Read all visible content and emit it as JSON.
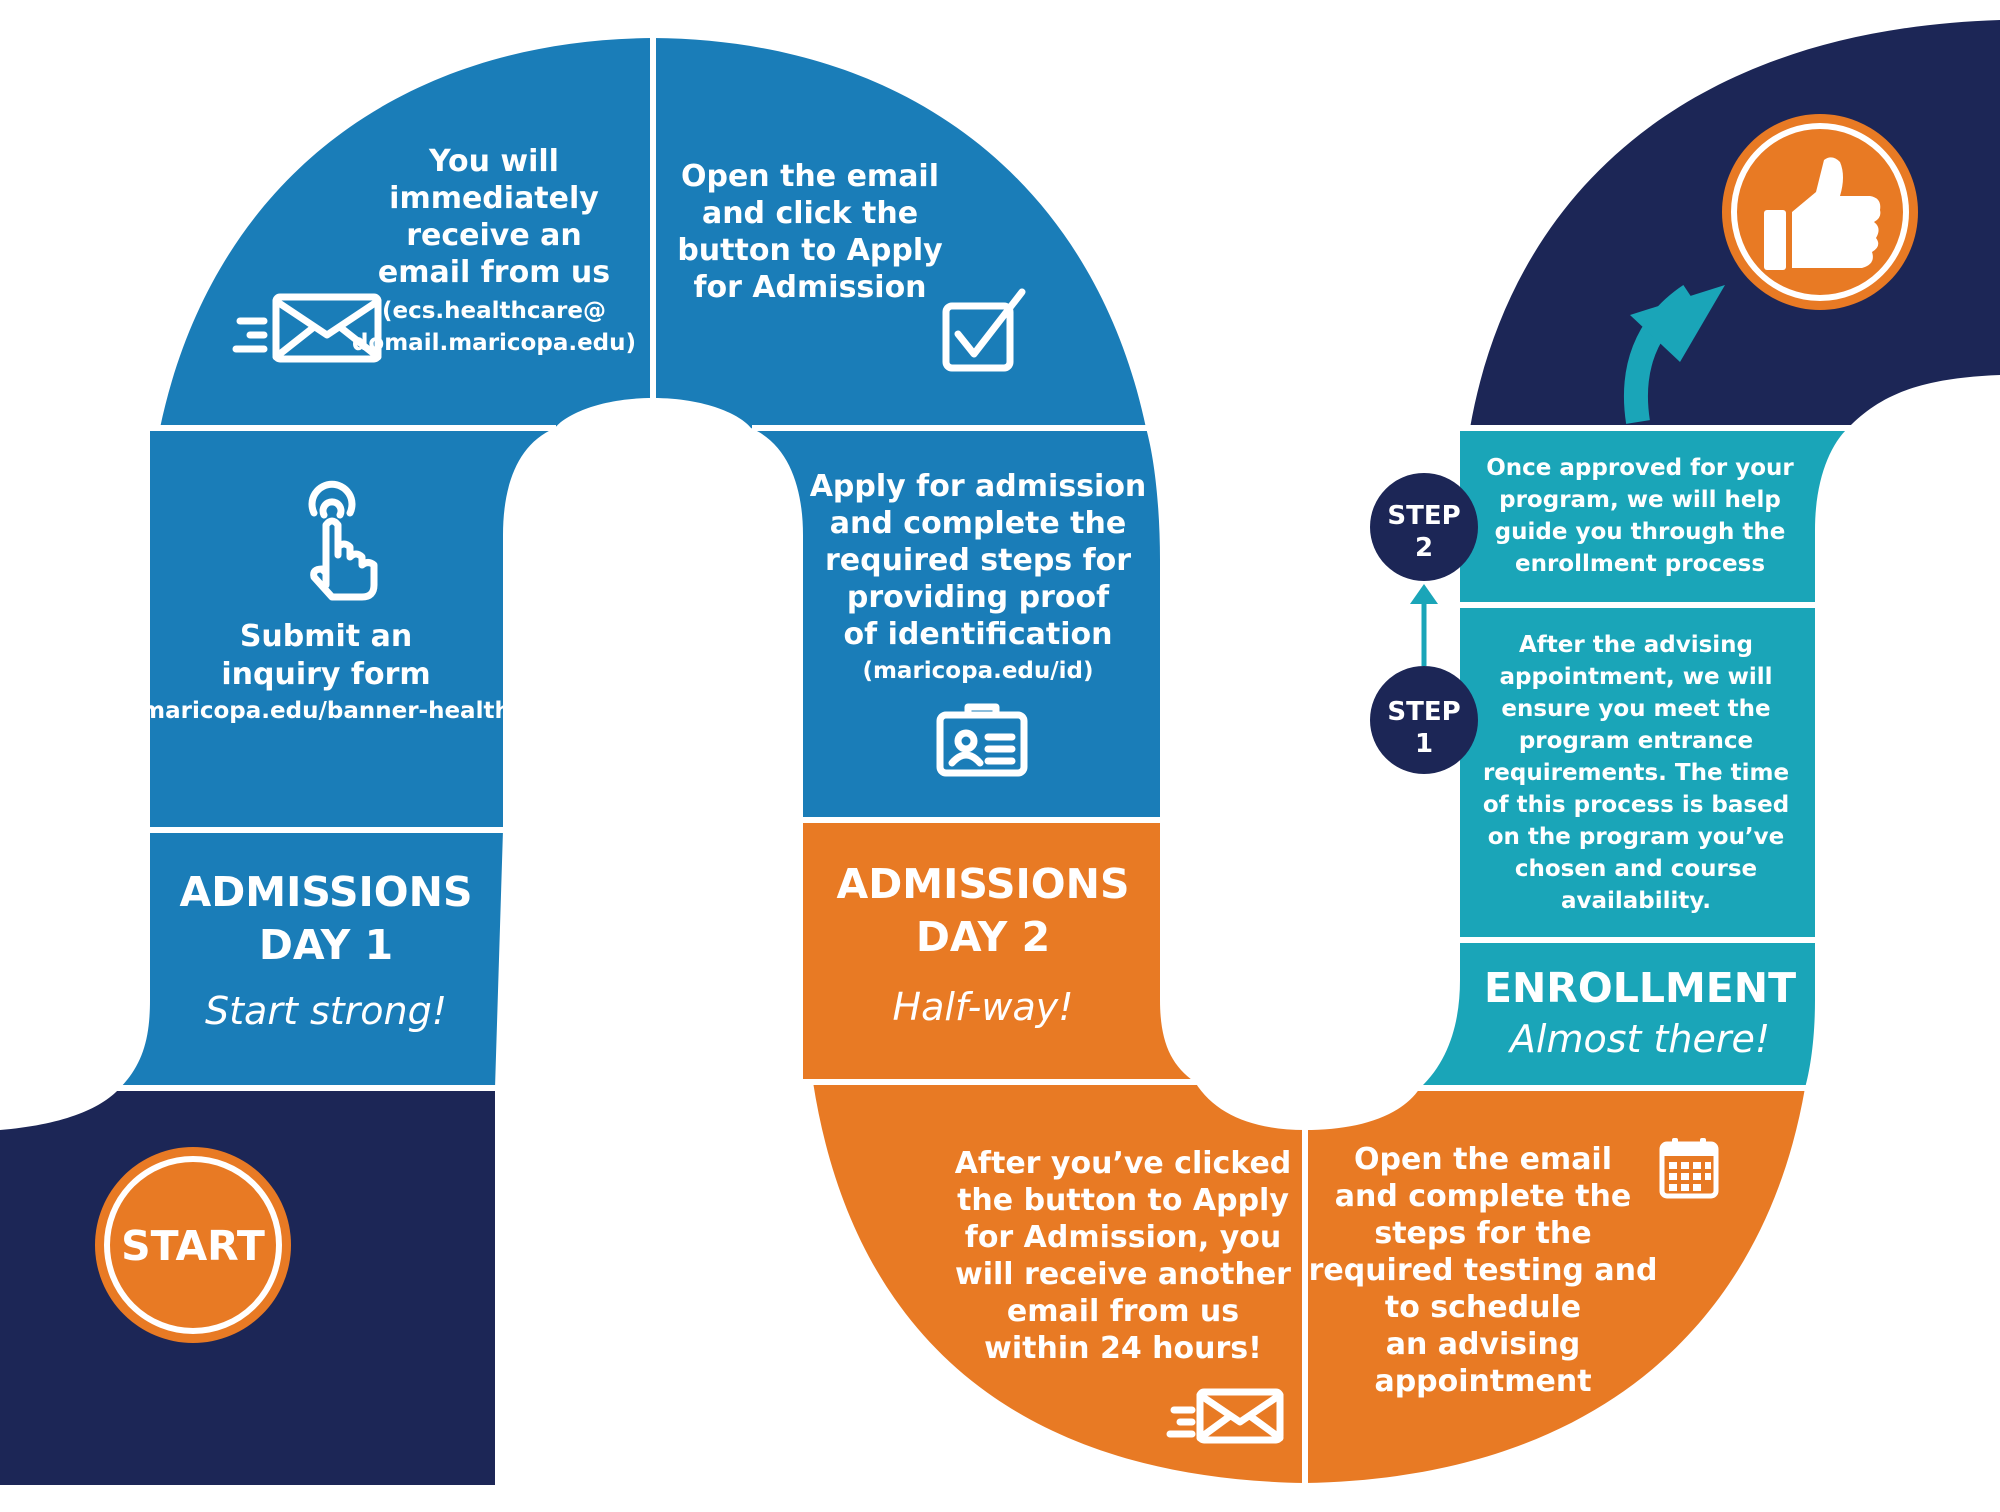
{
  "colors": {
    "navy": "#1c2656",
    "blue": "#1a7db8",
    "orange": "#e87a24",
    "teal": "#1aa5b8",
    "white": "#ffffff"
  },
  "start": {
    "label": "START"
  },
  "day1": {
    "heading": [
      "ADMISSIONS",
      "DAY 1"
    ],
    "tagline": "Start strong!",
    "submit": {
      "lines": [
        "Submit an",
        "inquiry form"
      ],
      "link": "maricopa.edu/banner-health",
      "icon": "pointer-tap-icon"
    },
    "email": {
      "lines": [
        "You will",
        "immediately",
        "receive an",
        "email from us"
      ],
      "detail": [
        "(ecs.healthcare@",
        "domail.maricopa.edu)"
      ],
      "icon": "envelope-icon"
    }
  },
  "apply_button": {
    "lines": [
      "Open the email",
      "and click the",
      "button to Apply",
      "for Admission"
    ],
    "icon": "checkbox-icon"
  },
  "identification": {
    "lines": [
      "Apply for admission",
      "and complete the",
      "required steps for",
      "providing proof",
      "of identification"
    ],
    "link": "(maricopa.edu/id)",
    "icon": "id-card-icon"
  },
  "day2": {
    "heading": [
      "ADMISSIONS",
      "DAY 2"
    ],
    "tagline": "Half-way!",
    "second_email": {
      "lines": [
        "After you’ve clicked",
        "the button to Apply",
        "for Admission, you",
        "will receive another",
        "email from us",
        "within 24 hours!"
      ],
      "icon": "envelope-icon"
    },
    "testing": {
      "lines": [
        "Open the email",
        "and complete the",
        "steps for the",
        "required testing and",
        "to schedule",
        "an advising",
        "appointment"
      ],
      "icon": "calendar-icon"
    }
  },
  "enrollment": {
    "heading": "ENROLLMENT",
    "tagline": "Almost there!",
    "step1": {
      "badge": [
        "STEP",
        "1"
      ],
      "lines": [
        "After the advising",
        "appointment, we will",
        "ensure you meet the",
        "program entrance",
        "requirements. The time",
        "of this process is based",
        "on the program you’ve",
        "chosen and course",
        "availability."
      ]
    },
    "step2": {
      "badge": [
        "STEP",
        "2"
      ],
      "lines": [
        "Once approved for your",
        "program, we will help",
        "guide you through the",
        "enrollment process"
      ]
    }
  },
  "finish": {
    "icon": "thumbs-up-icon"
  }
}
